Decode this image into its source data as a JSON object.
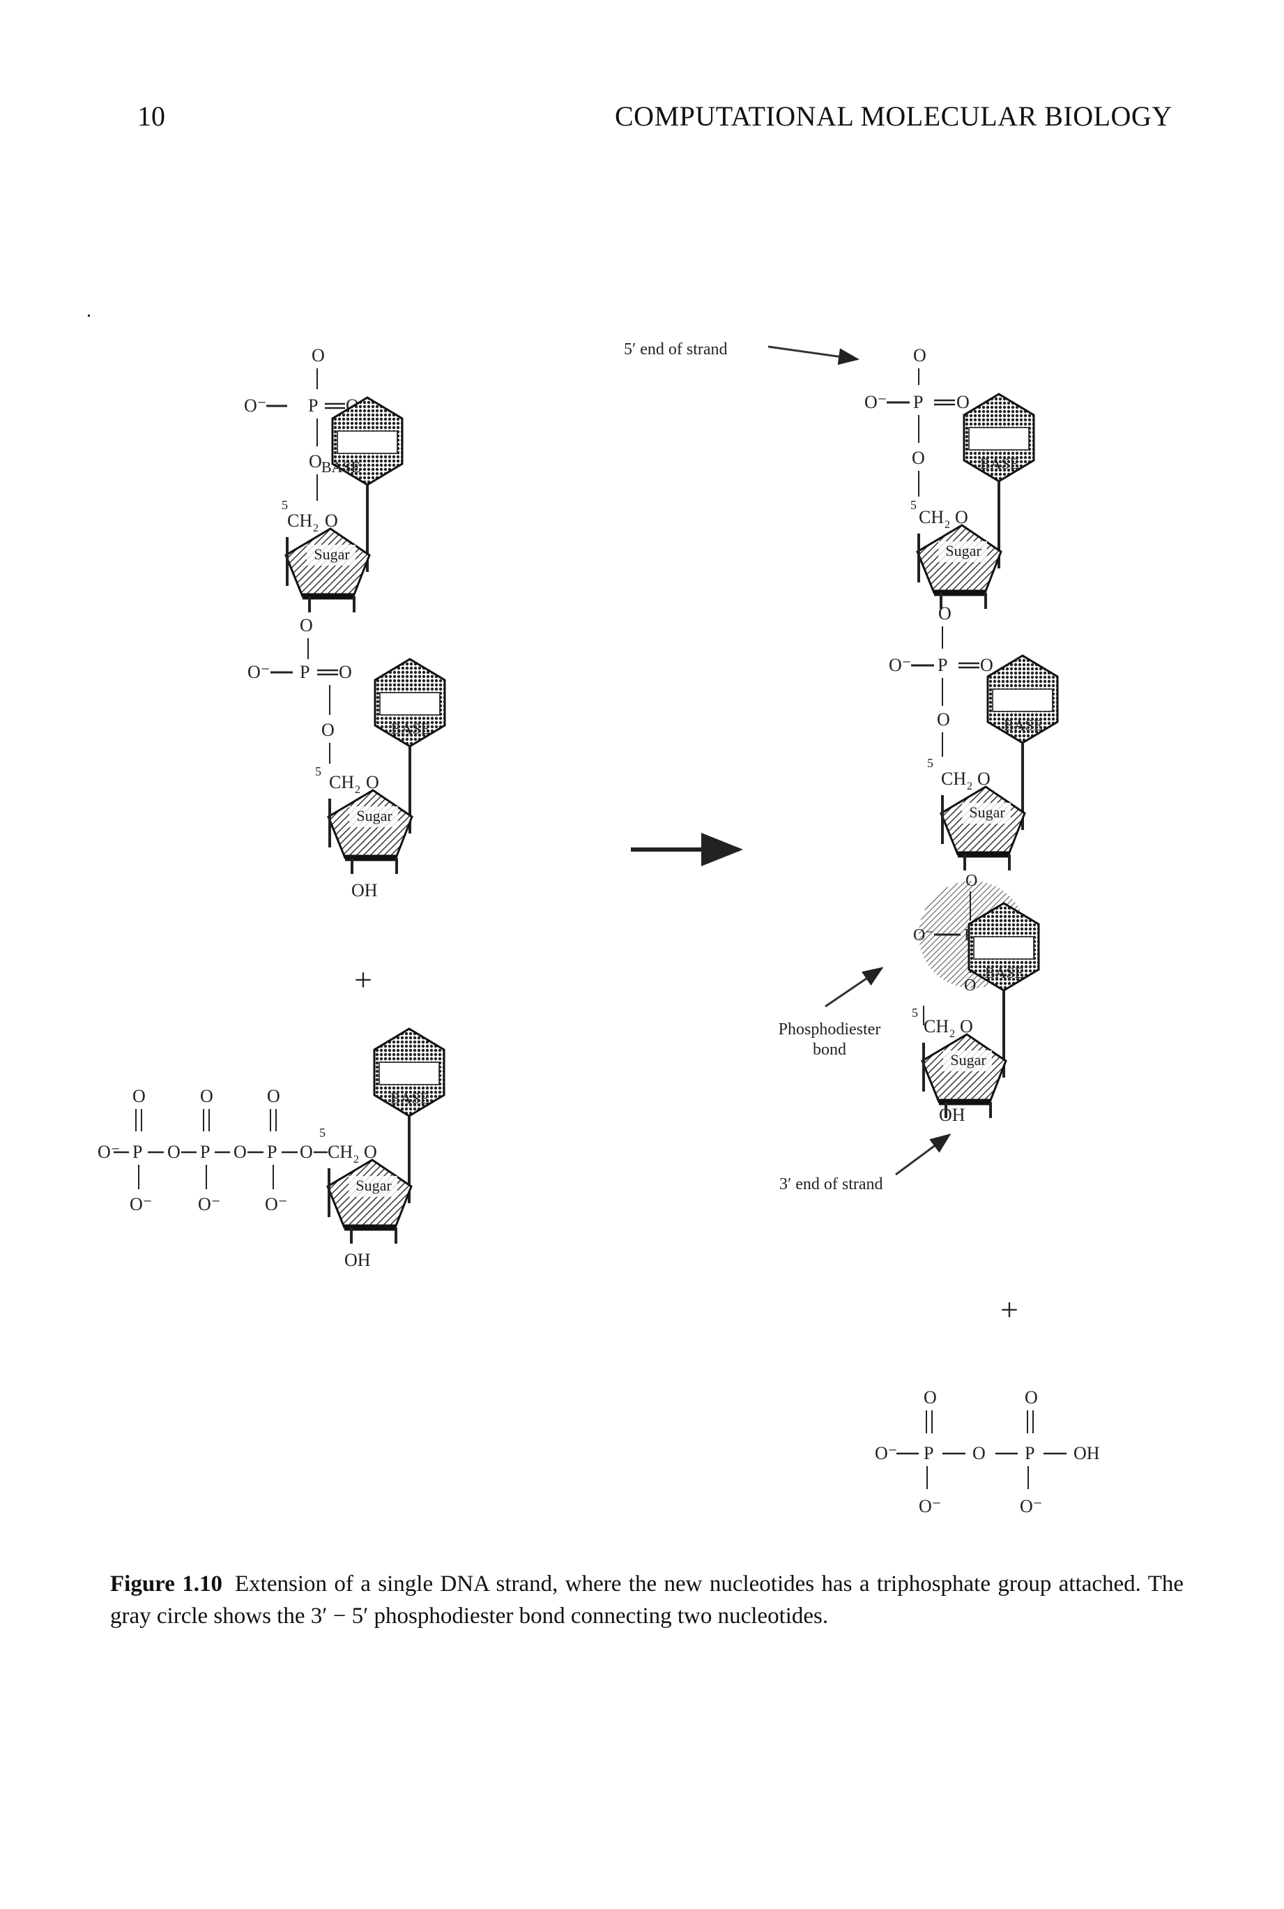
{
  "header": {
    "page_number": "10",
    "running_title": "COMPUTATIONAL MOLECULAR BIOLOGY"
  },
  "figure": {
    "labels": {
      "base": "BASE",
      "sugar": "Sugar",
      "oxygen": "O",
      "o_minus": "O⁻",
      "phosphorus": "P",
      "ch2": "CH",
      "ch2_sub": "2",
      "ring_o": "O",
      "five_prime": "5",
      "hydroxyl": "OH",
      "plus": "+",
      "five_prime_end": "5′ end of strand",
      "three_prime_end": "3′ end of strand",
      "phosphodiester_line1": "Phosphodiester",
      "phosphodiester_line2": "bond"
    }
  },
  "caption": {
    "label": "Figure 1.10",
    "text": "Extension of a single DNA strand, where the new nucleotides has a triphosphate group attached. The gray circle shows the 3′ − 5′ phosphodiester bond connecting two nucleotides."
  }
}
